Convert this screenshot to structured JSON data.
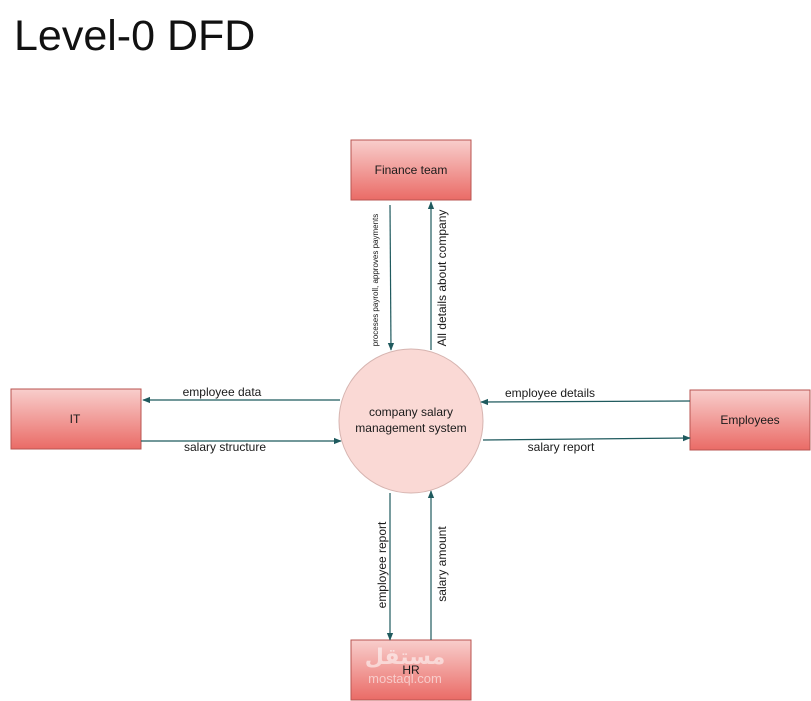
{
  "title": "Level-0 DFD",
  "colors": {
    "entity_fill_top": "#f8cecc",
    "entity_fill_bottom": "#ea6b66",
    "entity_stroke": "#b85450",
    "process_fill": "#fad9d5",
    "process_stroke": "#d6b4b0",
    "arrow": "#1f5a5e"
  },
  "process": {
    "label_line1": "company salary",
    "label_line2": "management system"
  },
  "entities": {
    "finance": "Finance team",
    "it": "IT",
    "employees": "Employees",
    "hr": "HR"
  },
  "flows": {
    "finance_to_process": "proceses payroll, approves payments",
    "process_to_finance": "All details about company",
    "process_to_it": "employee data",
    "it_to_process": "salary structure",
    "employees_to_process": "employee details",
    "process_to_employees": "salary report",
    "process_to_hr": "employee report",
    "hr_to_process": "salary amount"
  },
  "watermark": {
    "line1": "مستقل",
    "line2": "mostaql.com"
  }
}
